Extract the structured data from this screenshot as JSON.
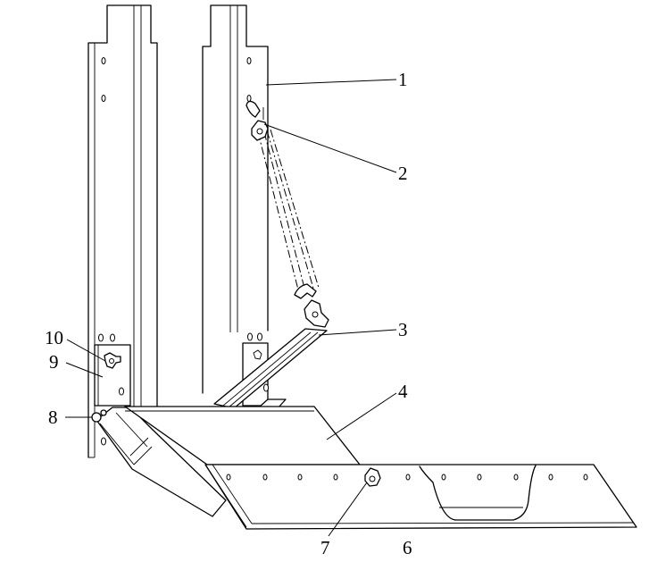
{
  "labels": {
    "l1": "1",
    "l2": "2",
    "l3": "3",
    "l4": "4",
    "l6": "6",
    "l7": "7",
    "l8": "8",
    "l9": "9",
    "l10": "10"
  },
  "colors": {
    "line": "#000000",
    "background": "#ffffff"
  }
}
